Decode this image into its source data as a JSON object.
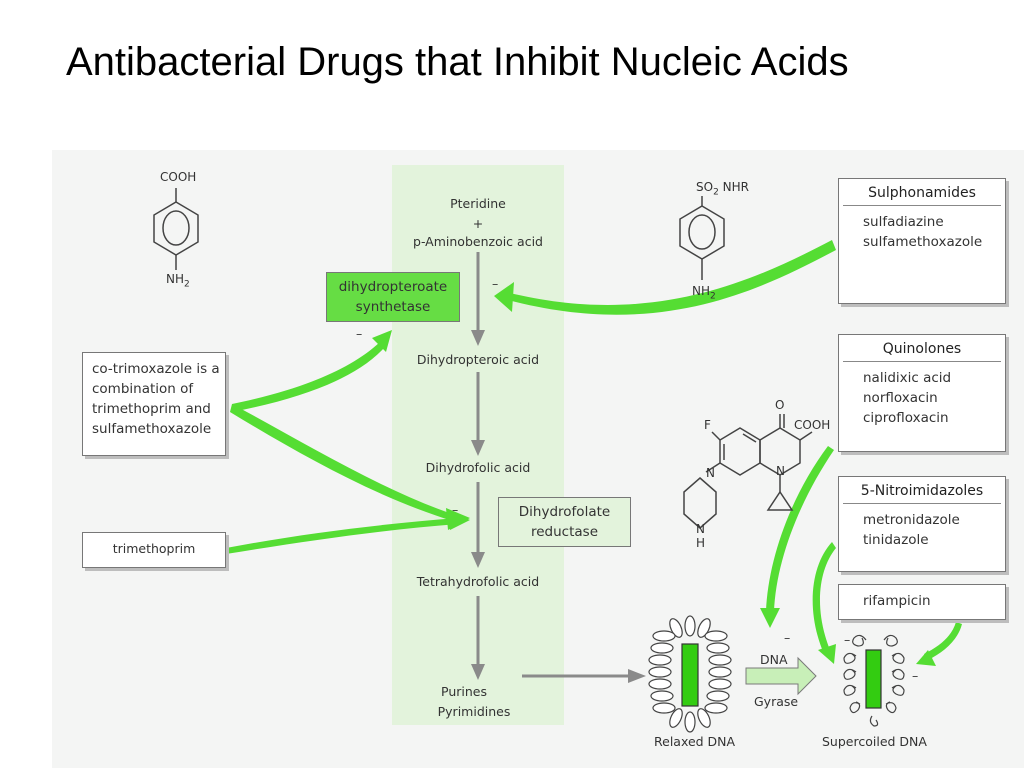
{
  "title": "Antibacterial Drugs that Inhibit Nucleic Acids",
  "pathway": {
    "start_line1": "Pteridine",
    "start_plus": "+",
    "start_line2": "p-Aminobenzoic acid",
    "step2": "Dihydropteroic acid",
    "step3": "Dihydrofolic acid",
    "step4": "Tetrahydrofolic acid",
    "end_line1": "Purines",
    "end_line2": "Pyrimidines"
  },
  "enzymes": {
    "dhps_line1": "dihydropteroate",
    "dhps_line2": "synthetase",
    "dhfr_line1": "Dihydrofolate",
    "dhfr_line2": "reductase"
  },
  "inhibition_signs": {
    "dhps_right": "–",
    "dhps_below": "–",
    "dhfr_left": "–",
    "dna": "–",
    "supercoil_left": "–",
    "supercoil_right": "–"
  },
  "left_boxes": {
    "cotrimoxazole": [
      "co-trimoxazole is a",
      "combination of",
      "trimethoprim and",
      "sulfamethoxazole"
    ],
    "trimethoprim": "trimethoprim"
  },
  "drug_classes": [
    {
      "name": "Sulphonamides",
      "drugs": [
        "sulfadiazine",
        "sulfamethoxazole"
      ]
    },
    {
      "name": "Quinolones",
      "drugs": [
        "nalidixic acid",
        "norfloxacin",
        "ciprofloxacin"
      ]
    },
    {
      "name": "5-Nitroimidazoles",
      "drugs": [
        "metronidazole",
        "tinidazole"
      ]
    },
    {
      "name": "",
      "drugs": [
        "rifampicin"
      ]
    }
  ],
  "structures": {
    "paba_cooh": "COOH",
    "paba_nh2": "NH",
    "paba_nh2_sub": "2",
    "sulfa_top": "SO",
    "sulfa_top_sub": "2",
    "sulfa_top_rest": " NHR",
    "sulfa_nh2": "NH",
    "sulfa_nh2_sub": "2",
    "quin_o": "O",
    "quin_cooh": "COOH",
    "quin_f": "F",
    "quin_n1": "N",
    "quin_n2": "N",
    "quin_n3": "N",
    "quin_h": "H"
  },
  "dna": {
    "label": "DNA",
    "gyrase": "Gyrase",
    "relaxed": "Relaxed DNA",
    "supercoiled": "Supercoiled DNA"
  },
  "colors": {
    "arrow_green": "#55dd33",
    "box_green": "#66dd44",
    "pathway_bg": "#e3f3dc",
    "gray_arrow": "#888888"
  }
}
